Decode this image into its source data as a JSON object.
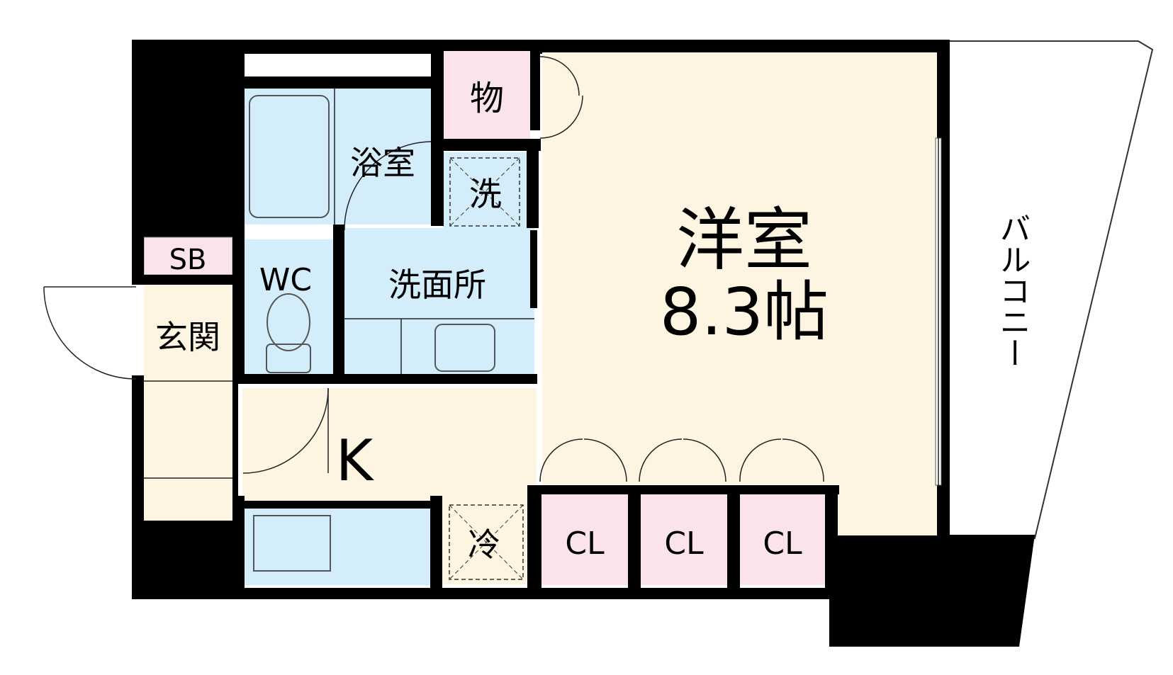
{
  "floor_plan": {
    "colors": {
      "wall": "#000000",
      "living_floor": "#fdf5e2",
      "wet_area": "#d3eefa",
      "storage": "#fbe3ea"
    },
    "rooms": {
      "main_room_name": "洋室",
      "main_room_size": "8.3帖",
      "kitchen": "K",
      "bathroom": "浴室",
      "washroom": "洗面所",
      "toilet": "WC",
      "entrance": "玄関",
      "shoe_box": "SB",
      "storage": "物",
      "washer": "洗",
      "fridge": "冷",
      "balcony": "バルコニー"
    },
    "closets": [
      "CL",
      "CL",
      "CL"
    ]
  }
}
